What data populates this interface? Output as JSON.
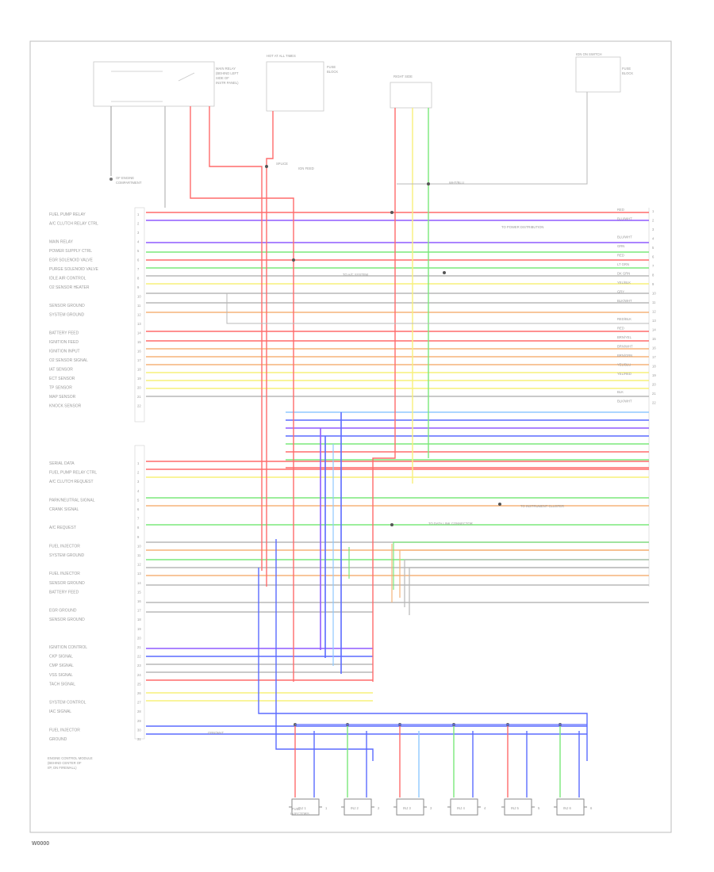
{
  "diagram": {
    "footer_code": "W0000",
    "notes": {
      "pcm_caption": [
        "ENGINE CONTROL MODULE",
        "(BEHIND CENTER OF",
        "I/P, ON FIREWALL)"
      ],
      "top_relay_caption": [
        "MAIN RELAY",
        "(BEHIND LEFT",
        "SIDE OF",
        "INSTR PANEL)"
      ],
      "fuse_caption": [
        "HOT AT ALL TIMES"
      ],
      "fuse_box_label": [
        "FUSE",
        "BLOCK"
      ],
      "ground_caption": [
        "RIGHT SIDE",
        "OF ENGINE",
        "COMPARTMENT"
      ],
      "right_box_caption": [
        "IGN ON SWITCH",
        "FUSE",
        "BLOCK"
      ],
      "injector_caption": [
        "FUEL",
        "INJECTORS"
      ]
    },
    "wire_colors": {
      "red": "#ff6b6b",
      "purple": "#8f5cff",
      "green": "#7be87b",
      "yellow": "#f7f07a",
      "blue": "#5b6bff",
      "orange": "#f5b37a",
      "gray": "#b8b8b8",
      "pink": "#ff9ad2",
      "lightblue": "#8fc9ff"
    },
    "left_labels_a": [
      "FUEL PUMP RELAY",
      "A/C CLUTCH RELAY CTRL",
      "",
      "MAIN RELAY",
      "POWER SUPPLY CTRL",
      "EGR SOLENOID VALVE",
      "PURGE SOLENOID VALVE",
      "IDLE AIR CONTROL",
      "O2 SENSOR HEATER",
      "",
      "SENSOR GROUND",
      "SYSTEM GROUND",
      "",
      "BATTERY FEED",
      "IGNITION FEED",
      "IGNITION INPUT",
      "O2 SENSOR SIGNAL",
      "IAT SENSOR",
      "ECT SENSOR",
      "TP SENSOR",
      "MAP SENSOR",
      "KNOCK SENSOR"
    ],
    "left_labels_b": [
      "SERIAL DATA",
      "FUEL PUMP RELAY CTRL",
      "A/C CLUTCH REQUEST",
      "",
      "PARK/NEUTRAL SIGNAL",
      "CRANK SIGNAL",
      "",
      "A/C REQUEST",
      "",
      "FUEL INJECTOR",
      "SYSTEM GROUND",
      "",
      "FUEL INJECTOR",
      "SENSOR GROUND",
      "BATTERY FEED",
      "",
      "EGR GROUND",
      "SENSOR GROUND",
      "",
      "",
      "IGNITION CONTROL",
      "CKP SIGNAL",
      "CMP SIGNAL",
      "VSS SIGNAL",
      "TACH SIGNAL",
      "",
      "SYSTEM CONTROL",
      "IAC SIGNAL",
      "",
      "FUEL INJECTOR",
      "GROUND"
    ],
    "pin_numbers_a": [
      "1",
      "2",
      "3",
      "4",
      "5",
      "6",
      "7",
      "8",
      "9",
      "10",
      "11",
      "12",
      "13",
      "14",
      "15",
      "16",
      "17",
      "18",
      "19",
      "20",
      "21",
      "22"
    ],
    "pin_numbers_b": [
      "1",
      "2",
      "3",
      "4",
      "5",
      "6",
      "7",
      "8",
      "9",
      "10",
      "11",
      "12",
      "13",
      "14",
      "15",
      "16",
      "17",
      "18",
      "19",
      "20",
      "21",
      "22",
      "23",
      "24",
      "25",
      "26",
      "27",
      "28",
      "29",
      "30",
      "31"
    ],
    "right_wire_labels": [
      "RED",
      "BLU/WHT",
      "",
      "BLU/WHT",
      "GRN",
      "RED",
      "LT GRN",
      "DK GRN",
      "YEL/BLK",
      "GRY",
      "BLK/WHT",
      "",
      "RED/BLK",
      "RED",
      "BRN/YEL",
      "BRN/WHT",
      "BRN/GRN",
      "YEL/BLU",
      "YEL/RED",
      "",
      "BLK",
      "BLK/WHT"
    ],
    "callouts": [
      "SPLICE",
      "IGN FEED",
      "TO POWER DISTRIBUTION",
      "TO DATA LINK CONNECTOR",
      "TO INSTRUMENT CLUSTER",
      "TO A/C SYSTEM",
      "WHT/BLU",
      "GRN/WHT"
    ],
    "injectors": [
      {
        "label": "INJ 1",
        "number": "1"
      },
      {
        "label": "INJ 2",
        "number": "2"
      },
      {
        "label": "INJ 3",
        "number": "3"
      },
      {
        "label": "INJ 4",
        "number": "4"
      },
      {
        "label": "INJ 5",
        "number": "5"
      },
      {
        "label": "INJ 6",
        "number": "6"
      }
    ]
  }
}
